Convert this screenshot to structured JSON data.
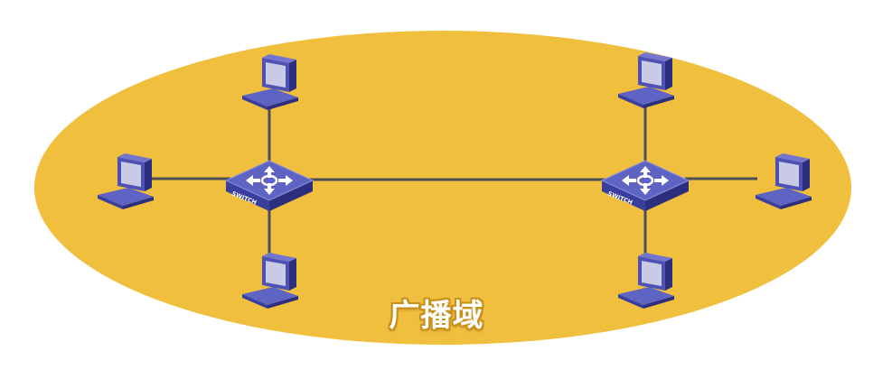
{
  "diagram": {
    "title": "广播域",
    "switch_label": "SWITCH",
    "colors": {
      "domain_fill": "#f1bf3e",
      "link": "#4b4f55",
      "device_top": "#5f63c3",
      "device_front": "#3a3f9e",
      "device_side": "#2b2f7e",
      "screen": "#c9cbe6"
    },
    "nodes": [
      {
        "id": "switch-left",
        "type": "switch"
      },
      {
        "id": "switch-right",
        "type": "switch"
      },
      {
        "id": "pc-left-top",
        "type": "computer"
      },
      {
        "id": "pc-left-west",
        "type": "computer"
      },
      {
        "id": "pc-left-bottom",
        "type": "computer"
      },
      {
        "id": "pc-right-top",
        "type": "computer"
      },
      {
        "id": "pc-right-east",
        "type": "computer"
      },
      {
        "id": "pc-right-bottom",
        "type": "computer"
      }
    ],
    "links": [
      [
        "switch-left",
        "switch-right"
      ],
      [
        "switch-left",
        "pc-left-top"
      ],
      [
        "switch-left",
        "pc-left-west"
      ],
      [
        "switch-left",
        "pc-left-bottom"
      ],
      [
        "switch-right",
        "pc-right-top"
      ],
      [
        "switch-right",
        "pc-right-east"
      ],
      [
        "switch-right",
        "pc-right-bottom"
      ]
    ]
  }
}
